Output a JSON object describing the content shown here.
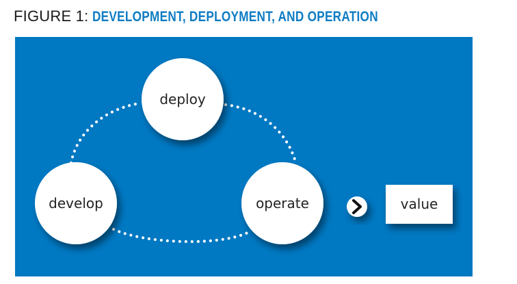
{
  "figure": {
    "prefix": "FIGURE 1",
    "separator": ":",
    "title": "DEVELOPMENT, DEPLOYMENT, AND OPERATION"
  },
  "colors": {
    "panel_background": "#0078c2",
    "title_accent": "#0f7cc3",
    "node_fill": "#ffffff",
    "dotted_connector": "#ffffff"
  },
  "diagram": {
    "nodes": [
      {
        "id": "deploy",
        "label": "deploy"
      },
      {
        "id": "develop",
        "label": "develop"
      },
      {
        "id": "operate",
        "label": "operate"
      }
    ],
    "arrow_icon": "chevron-right-icon",
    "output_box": {
      "label": "value"
    }
  }
}
